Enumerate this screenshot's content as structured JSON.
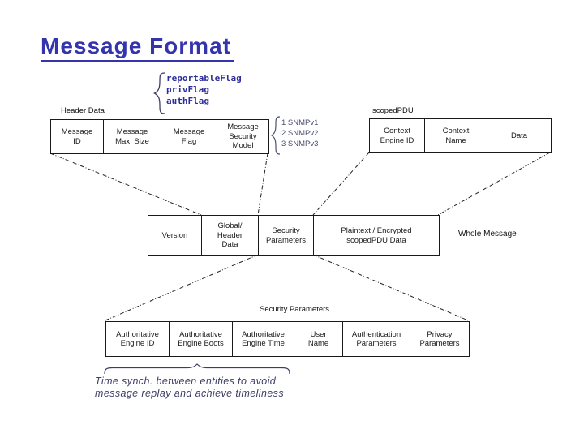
{
  "slide": {
    "title": "Message Format",
    "accent_color": "#3434ad"
  },
  "annotations": {
    "flags": {
      "items": [
        "reportableFlag",
        "privFlag",
        "authFlag"
      ],
      "color": "#2e2e99"
    },
    "snmp_versions": {
      "items": [
        "1 SNMPv1",
        "2 SNMPv2",
        "3 SNMPv3"
      ],
      "color": "#4d4d73"
    },
    "whole_message_label": "Whole Message",
    "time_synch_note": {
      "line1": "Time synch. between entities to avoid",
      "line2": "message replay and achieve timeliness",
      "color": "#3d3d66"
    }
  },
  "groups": {
    "header_data": {
      "label": "Header Data",
      "cells": [
        "Message\nID",
        "Message\nMax. Size",
        "Message\nFlag",
        "Message\nSecurity\nModel"
      ]
    },
    "scoped_pdu": {
      "label": "scopedPDU",
      "cells": [
        "Context\nEngine ID",
        "Context\nName",
        "Data"
      ]
    },
    "whole_message": {
      "cells": [
        "Version",
        "Global/\nHeader\nData",
        "Security\nParameters",
        "Plaintext / Encrypted\nscopedPDU Data"
      ]
    },
    "security_parameters": {
      "label": "Security Parameters",
      "cells": [
        "Authoritative\nEngine ID",
        "Authoritative\nEngine Boots",
        "Authoritative\nEngine Time",
        "User\nName",
        "Authentication\nParameters",
        "Privacy\nParameters"
      ]
    }
  }
}
